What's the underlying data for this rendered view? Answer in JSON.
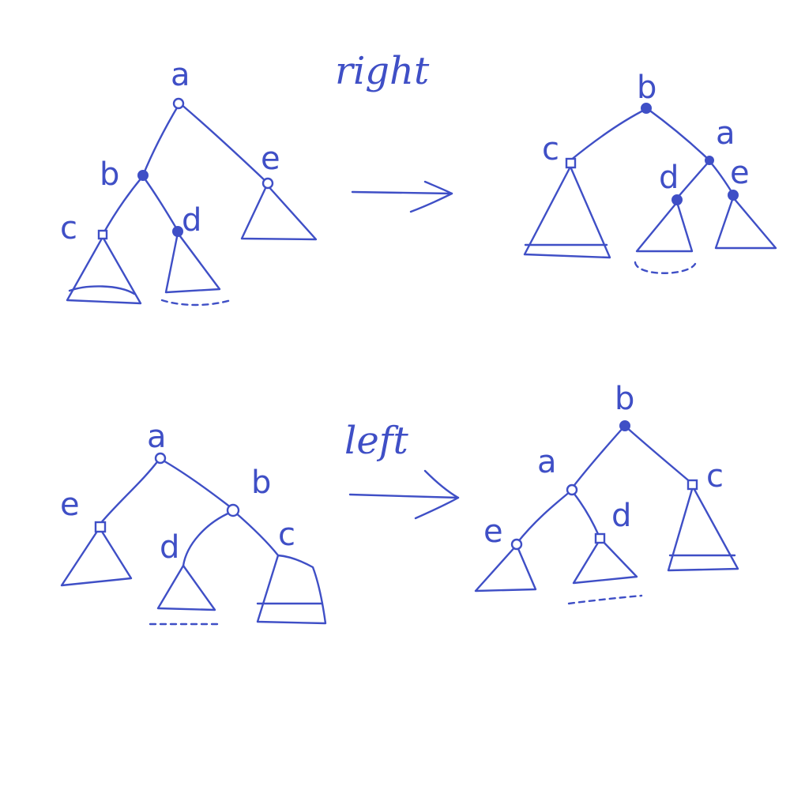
{
  "colors": {
    "ink": "#3f4fc6",
    "background": "#ffffff"
  },
  "titles": {
    "right": "right",
    "left": "left"
  },
  "node_labels": {
    "a": "a",
    "b": "b",
    "c": "c",
    "d": "d",
    "e": "e"
  }
}
